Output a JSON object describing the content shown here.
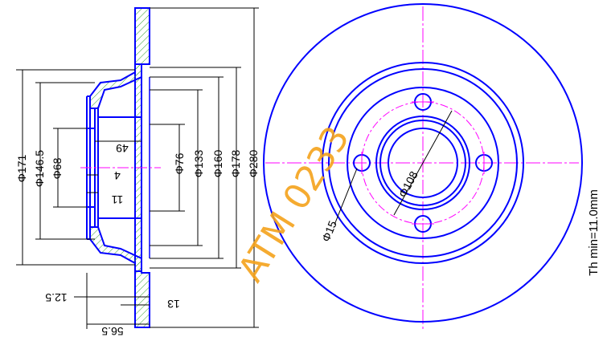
{
  "section_view": {
    "diameters": [
      "Φ171",
      "Φ146.5",
      "Φ68",
      "Φ76",
      "Φ133",
      "Φ160",
      "Φ178",
      "Φ280"
    ],
    "lengths": [
      "49",
      "4",
      "11",
      "12.5",
      "13",
      "56.5"
    ]
  },
  "front_view": {
    "pcd_label": "Φ108",
    "hole_label": "Φ15"
  },
  "min_thickness": "Th min=11.0mm",
  "watermark": "ATM 0233",
  "colors": {
    "outline": "#0000ff",
    "center_line": "#ff00ff",
    "hatch": "#3aa33a",
    "dimension": "#000000",
    "watermark": "#f5a21b"
  }
}
